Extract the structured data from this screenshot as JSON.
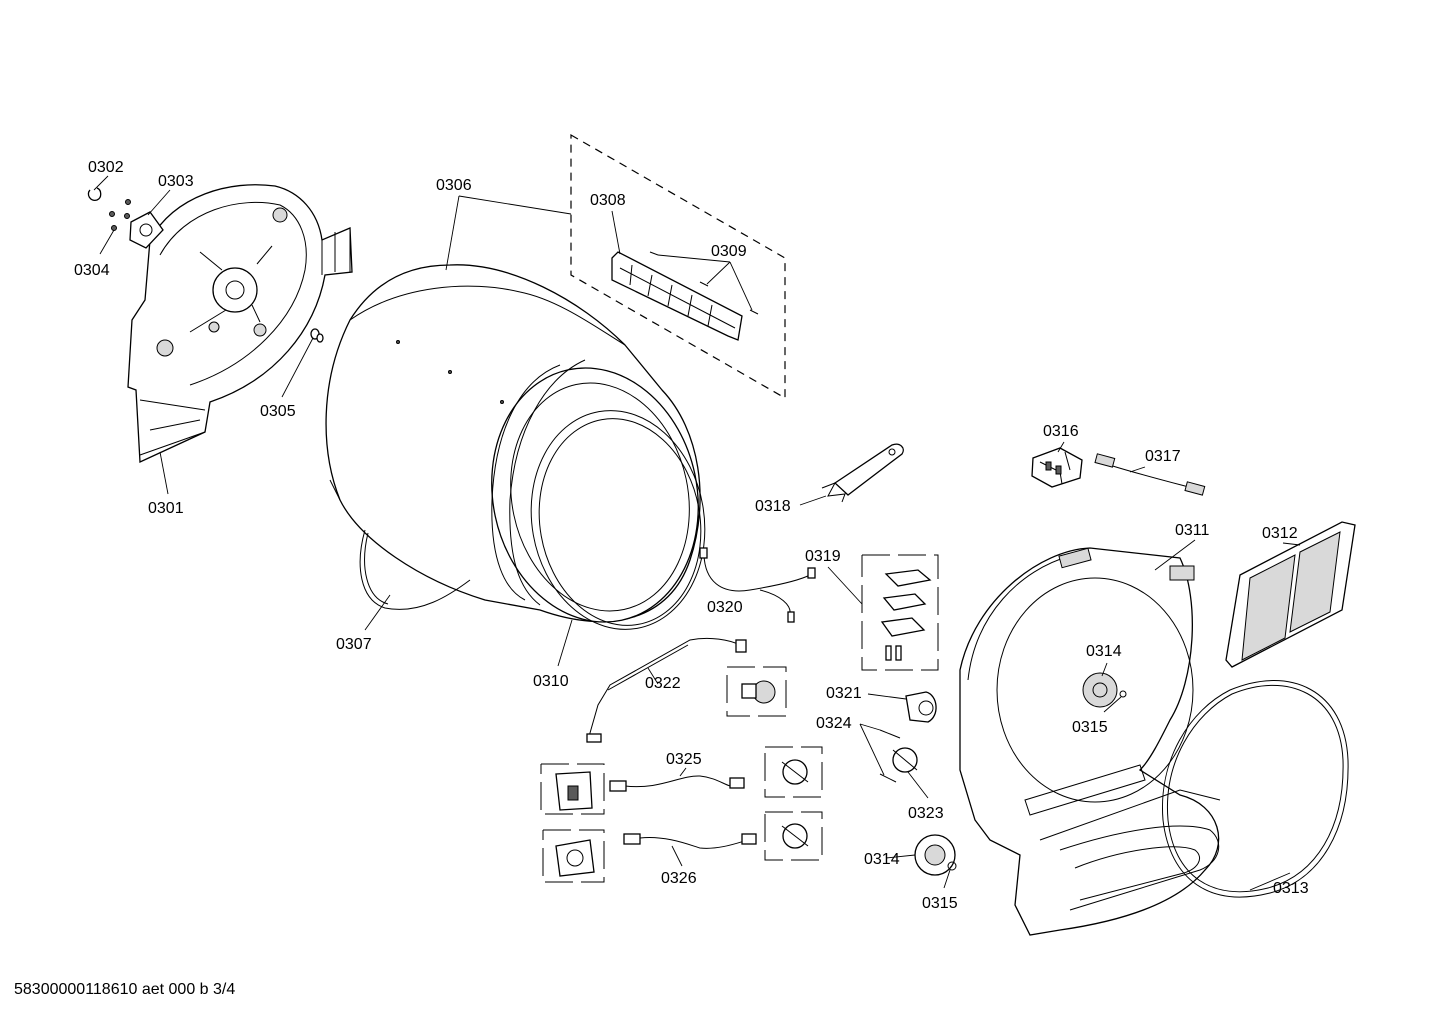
{
  "callouts": {
    "c0302": "0302",
    "c0303": "0303",
    "c0304": "0304",
    "c0301": "0301",
    "c0305": "0305",
    "c0306": "0306",
    "c0307": "0307",
    "c0308": "0308",
    "c0309": "0309",
    "c0310": "0310",
    "c0311": "0311",
    "c0312": "0312",
    "c0313": "0313",
    "c0314a": "0314",
    "c0314b": "0314",
    "c0315a": "0315",
    "c0315b": "0315",
    "c0316": "0316",
    "c0317": "0317",
    "c0318": "0318",
    "c0319": "0319",
    "c0320": "0320",
    "c0321": "0321",
    "c0322": "0322",
    "c0323": "0323",
    "c0324": "0324",
    "c0325": "0325",
    "c0326": "0326"
  },
  "footer": "58300000118610 aet 000 b 3/4"
}
